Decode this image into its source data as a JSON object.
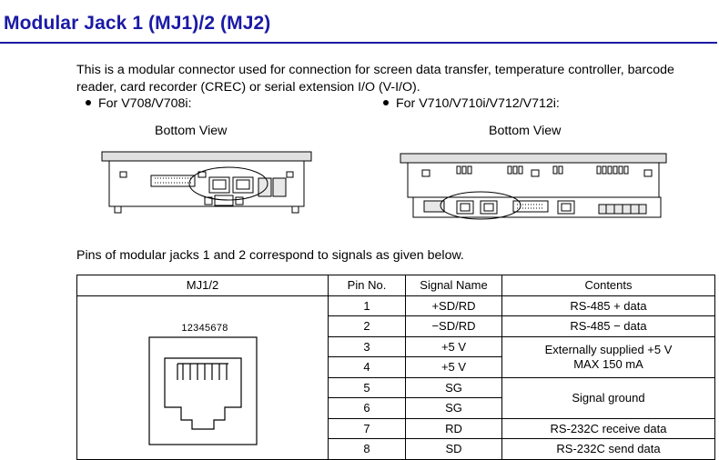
{
  "heading": "Modular Jack 1 (MJ1)/2 (MJ2)",
  "intro": "This is a modular connector used for connection for screen data transfer, temperature controller, barcode reader, card recorder (CREC) or serial extension I/O (V-I/O).",
  "models": [
    {
      "bullet": "For V708/V708i:",
      "view": "Bottom View"
    },
    {
      "bullet": "For V710/V710i/V712/V712i:",
      "view": "Bottom View"
    }
  ],
  "pins_sentence": "Pins of modular jacks 1 and 2 correspond to signals as given below.",
  "table": {
    "headers": {
      "jack": "MJ1/2",
      "pin": "Pin No.",
      "signal": "Signal Name",
      "contents": "Contents"
    },
    "pin_numbers_label": "12345678",
    "rows": [
      {
        "pin": "1",
        "signal": "+SD/RD",
        "contents": "RS-485 + data"
      },
      {
        "pin": "2",
        "signal": "−SD/RD",
        "contents": "RS-485 − data"
      },
      {
        "pin": "3",
        "signal": "+5 V",
        "contents": "Externally supplied +5 V MAX 150 mA"
      },
      {
        "pin": "4",
        "signal": "+5 V"
      },
      {
        "pin": "5",
        "signal": "SG",
        "contents": "Signal ground"
      },
      {
        "pin": "6",
        "signal": "SG"
      },
      {
        "pin": "7",
        "signal": "RD",
        "contents": "RS-232C receive data"
      },
      {
        "pin": "8",
        "signal": "SD",
        "contents": "RS-232C send data"
      }
    ]
  }
}
